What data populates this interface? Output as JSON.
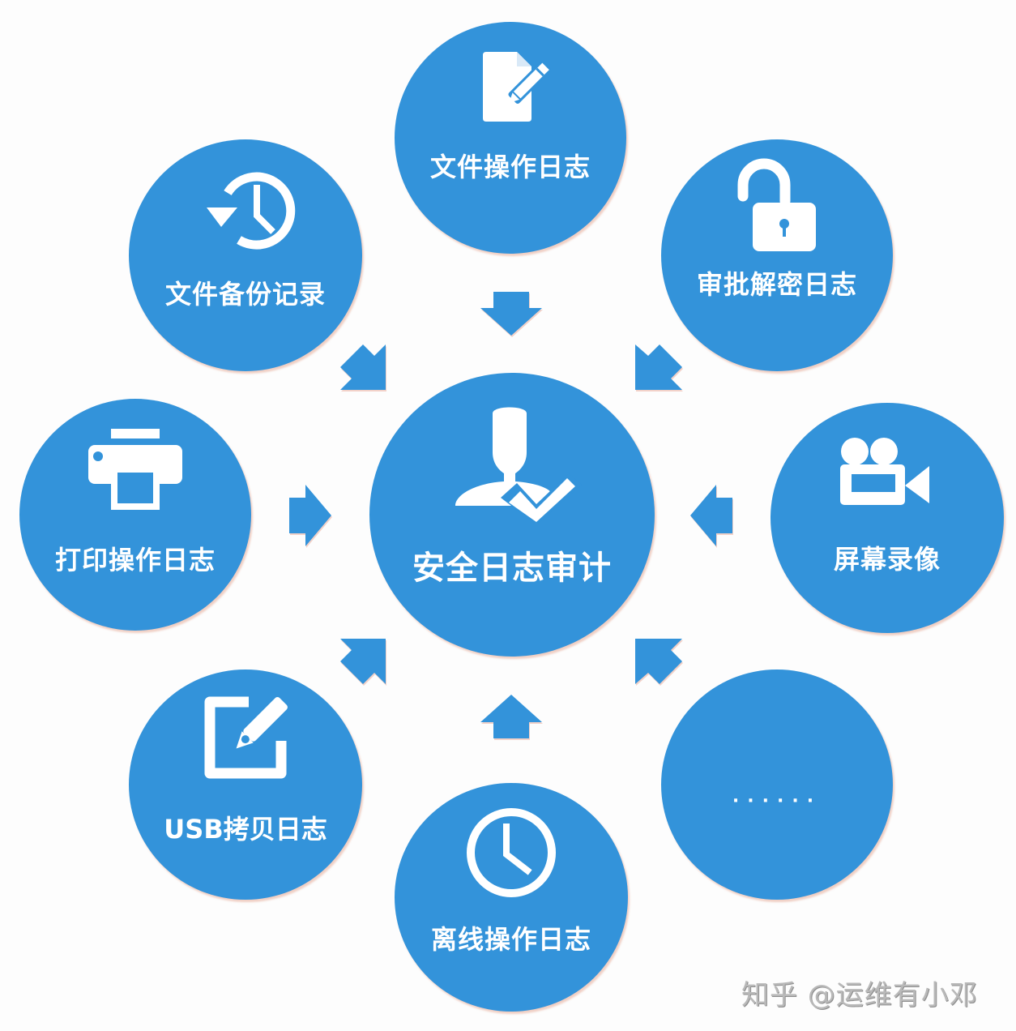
{
  "colors": {
    "circle": "#3393da",
    "text": "#ffffff",
    "background": "#fdfdfd",
    "watermark": "#b9b9b9"
  },
  "center": {
    "label": "安全日志审计",
    "icon": "user-check-icon"
  },
  "nodes": [
    {
      "id": "file-operation-log",
      "label": "文件操作日志",
      "icon": "document-edit-icon"
    },
    {
      "id": "approval-decrypt-log",
      "label": "审批解密日志",
      "icon": "unlock-icon"
    },
    {
      "id": "screen-recording",
      "label": "屏幕录像",
      "icon": "video-camera-icon"
    },
    {
      "id": "more",
      "label": "······",
      "icon": ""
    },
    {
      "id": "offline-operation-log",
      "label": "离线操作日志",
      "icon": "clock-icon"
    },
    {
      "id": "usb-copy-log",
      "label": "USB拷贝日志",
      "icon": "edit-square-icon"
    },
    {
      "id": "print-operation-log",
      "label": "打印操作日志",
      "icon": "printer-icon"
    },
    {
      "id": "file-backup-record",
      "label": "文件备份记录",
      "icon": "history-icon"
    }
  ],
  "watermark": "知乎 @运维有小邓"
}
